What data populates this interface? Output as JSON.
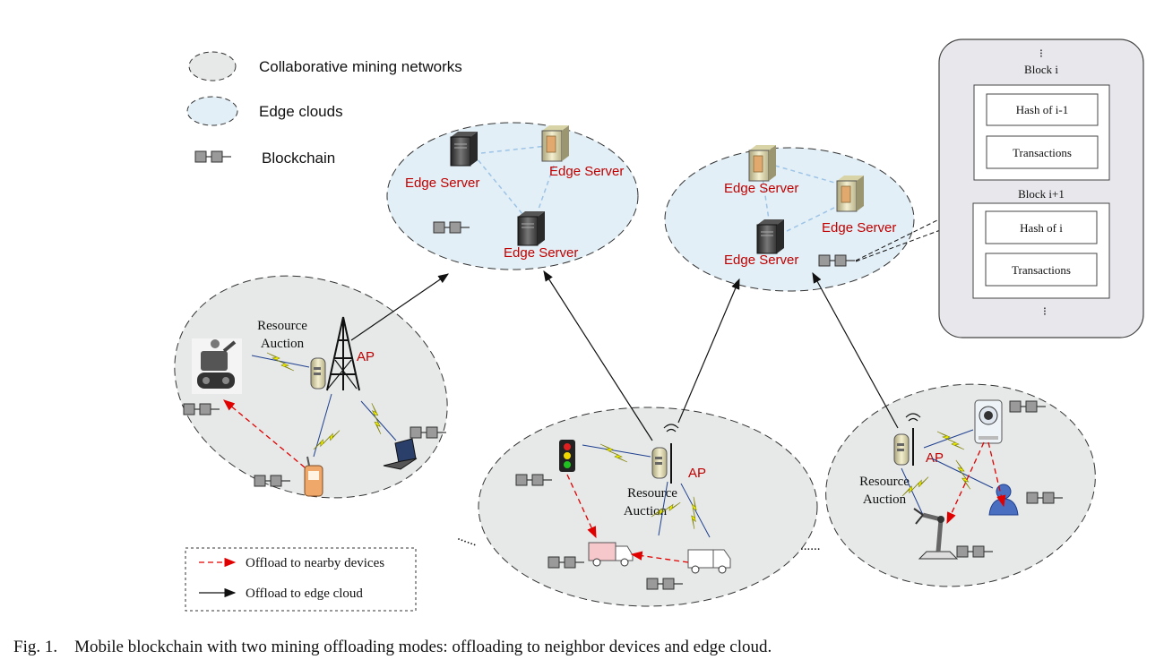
{
  "legend_top": {
    "items": [
      {
        "label": "Collaborative mining networks",
        "fill": "#e6e9e8"
      },
      {
        "label": "Edge clouds",
        "fill": "#e3eff6"
      },
      {
        "label": "Blockchain"
      }
    ]
  },
  "legend_bottom": {
    "items": [
      {
        "label": "Offload to nearby devices",
        "color": "#e00000",
        "style": "dashed"
      },
      {
        "label": "Offload to edge cloud",
        "color": "#111111",
        "style": "solid"
      }
    ]
  },
  "edge_cloud_1": {
    "servers": [
      "Edge Server",
      "Edge Server",
      "Edge Server"
    ]
  },
  "edge_cloud_2": {
    "servers": [
      "Edge Server",
      "Edge Server",
      "Edge Server"
    ]
  },
  "network_left": {
    "ap_label": "AP",
    "auction_line1": "Resource",
    "auction_line2": "Auction",
    "devices": [
      "robot-icon",
      "phone-icon",
      "laptop-icon"
    ]
  },
  "network_center": {
    "ap_label": "AP",
    "auction_line1": "Resource",
    "auction_line2": "Auction",
    "devices": [
      "traffic-light-icon",
      "truck-icon",
      "truck-icon"
    ]
  },
  "network_right": {
    "ap_label": "AP",
    "auction_line1": "Resource",
    "auction_line2": "Auction",
    "devices": [
      "camera-icon",
      "user-icon",
      "robot-arm-icon"
    ]
  },
  "block_panel": {
    "top_dots": "⁝",
    "block_i": {
      "title": "Block i",
      "fields": [
        "Hash of i-1",
        "Transactions"
      ]
    },
    "block_i1": {
      "title": "Block i+1",
      "fields": [
        "Hash of i",
        "Transactions"
      ]
    },
    "bottom_dots": "⁝"
  },
  "ellipsis": [
    "......",
    "......"
  ],
  "caption": {
    "label": "Fig. 1.",
    "text": "Mobile blockchain with two mining offloading modes: offloading to neighbor devices and edge cloud."
  },
  "colors": {
    "network_fill": "#e6e9e8",
    "cloud_fill": "#e3eff6",
    "red_label": "#c00000",
    "link": "#9dc3e6",
    "lightning": "#f2f200"
  }
}
